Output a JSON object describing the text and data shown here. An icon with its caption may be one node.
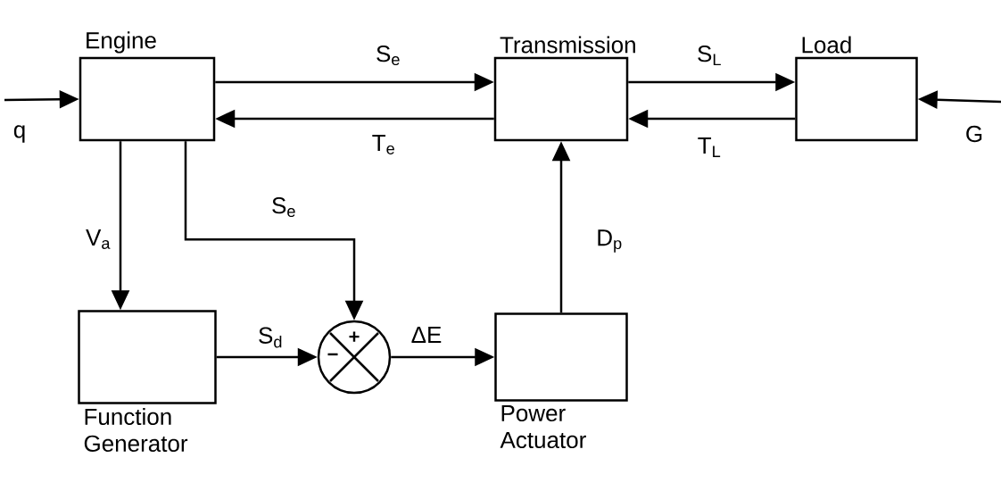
{
  "diagram": {
    "nodes": [
      {
        "text": [
          "Engine"
        ]
      },
      {
        "text": [
          "Transmission"
        ]
      },
      {
        "text": [
          "Load"
        ]
      },
      {
        "text": [
          "Function Generator"
        ]
      },
      {
        "text": [
          "+",
          "−"
        ]
      },
      {
        "text": [
          "Power Actuator"
        ]
      }
    ],
    "edges": [
      {
        "from": null,
        "to": 0,
        "arrow": "to",
        "label": "q"
      },
      {
        "from": 0,
        "to": 1,
        "arrow": "to",
        "label": "S$_{e}$"
      },
      {
        "from": 1,
        "to": 0,
        "arrow": "to",
        "label": "T$_{e}$"
      },
      {
        "from": 1,
        "to": 2,
        "arrow": "to",
        "label": "S$_{L}$"
      },
      {
        "from": 2,
        "to": 1,
        "arrow": "to",
        "label": "T$_{L}$"
      },
      {
        "from": null,
        "to": 2,
        "arrow": "to",
        "label": "G"
      },
      {
        "from": 0,
        "to": 3,
        "arrow": "to",
        "label": "V$_{a}$"
      },
      {
        "from": 0,
        "to": 4,
        "arrow": "to",
        "label": "S$_{e}$"
      },
      {
        "from": 3,
        "to": 4,
        "arrow": "to",
        "label": "S$_{d}$"
      },
      {
        "from": 4,
        "to": 5,
        "arrow": "to",
        "label": "ΔE"
      },
      {
        "from": 5,
        "to": 1,
        "arrow": "to",
        "label": "D$_{p}$"
      }
    ]
  }
}
